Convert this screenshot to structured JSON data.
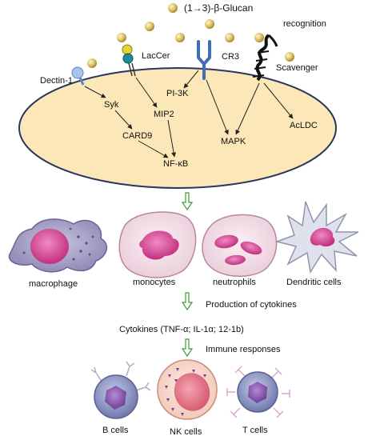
{
  "header": {
    "glucan": "(1→3)-β-Glucan",
    "recognition": "recognition"
  },
  "receptors": {
    "dectin1": "Dectin-1",
    "laccer": "LacCer",
    "cr3": "CR3",
    "scavenger": "Scavenger"
  },
  "signaling": {
    "syk": "Syk",
    "pi3k": "PI-3K",
    "mip2": "MIP2",
    "card9": "CARD9",
    "nfkb": "NF-κB",
    "mapk": "MAPK",
    "acldc": "AcLDC"
  },
  "cells_row1": {
    "macrophage": "macrophage",
    "monocytes": "monocytes",
    "neutrophils": "neutrophils",
    "dendritic": "Dendritic cells"
  },
  "process": {
    "production": "Production of cytokines",
    "cytokines": "Cytokines (TNF-α; IL-1α; 12-1b)",
    "immune": "Immune responses"
  },
  "cells_row2": {
    "bcells": "B cells",
    "nkcells": "NK cells",
    "tcells": "T cells"
  },
  "colors": {
    "membrane_fill": "#fbe7b8",
    "membrane_stroke": "#2a3560",
    "glucan_bead": "#d9c06a",
    "receptor_blue": "#3f6fb5",
    "arrow_green": "#3f9a3a",
    "nucleus_pink": "#e05aa8",
    "lymph_purple": "#8a5cb0"
  }
}
